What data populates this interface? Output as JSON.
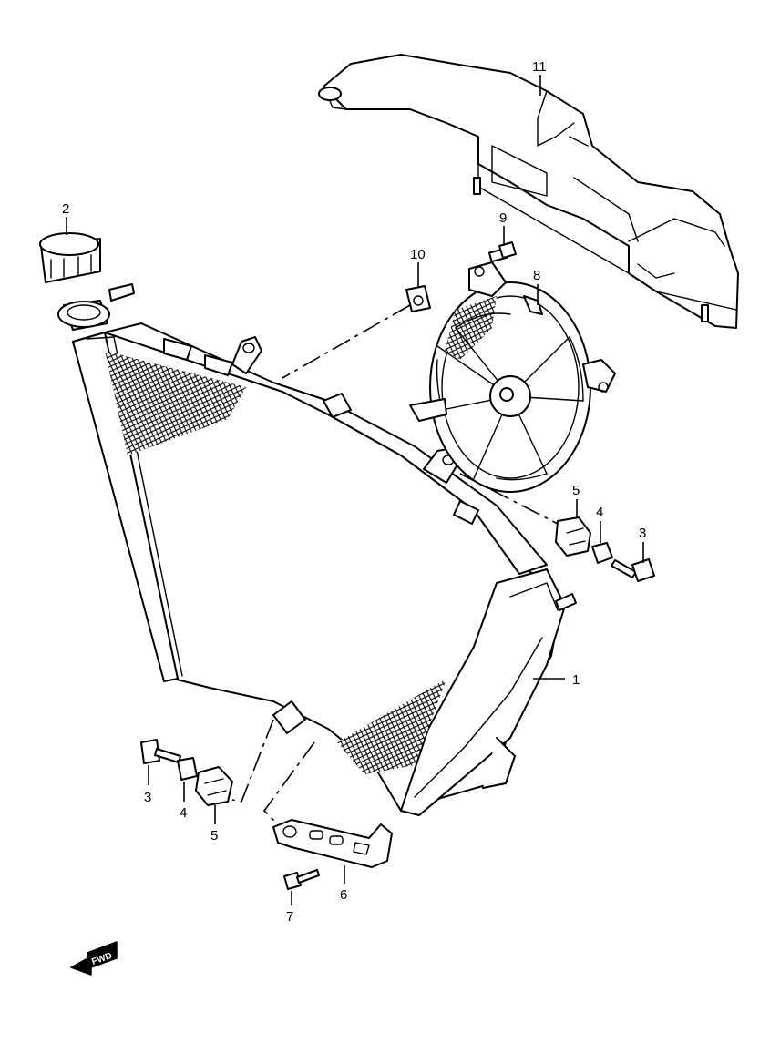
{
  "callouts": {
    "c1": "1",
    "c2": "2",
    "c3a": "3",
    "c3b": "3",
    "c4a": "4",
    "c4b": "4",
    "c5a": "5",
    "c5b": "5",
    "c6": "6",
    "c7": "7",
    "c8": "8",
    "c9": "9",
    "c10": "10",
    "c11": "11"
  },
  "fwd_badge": {
    "label": "FWD"
  }
}
